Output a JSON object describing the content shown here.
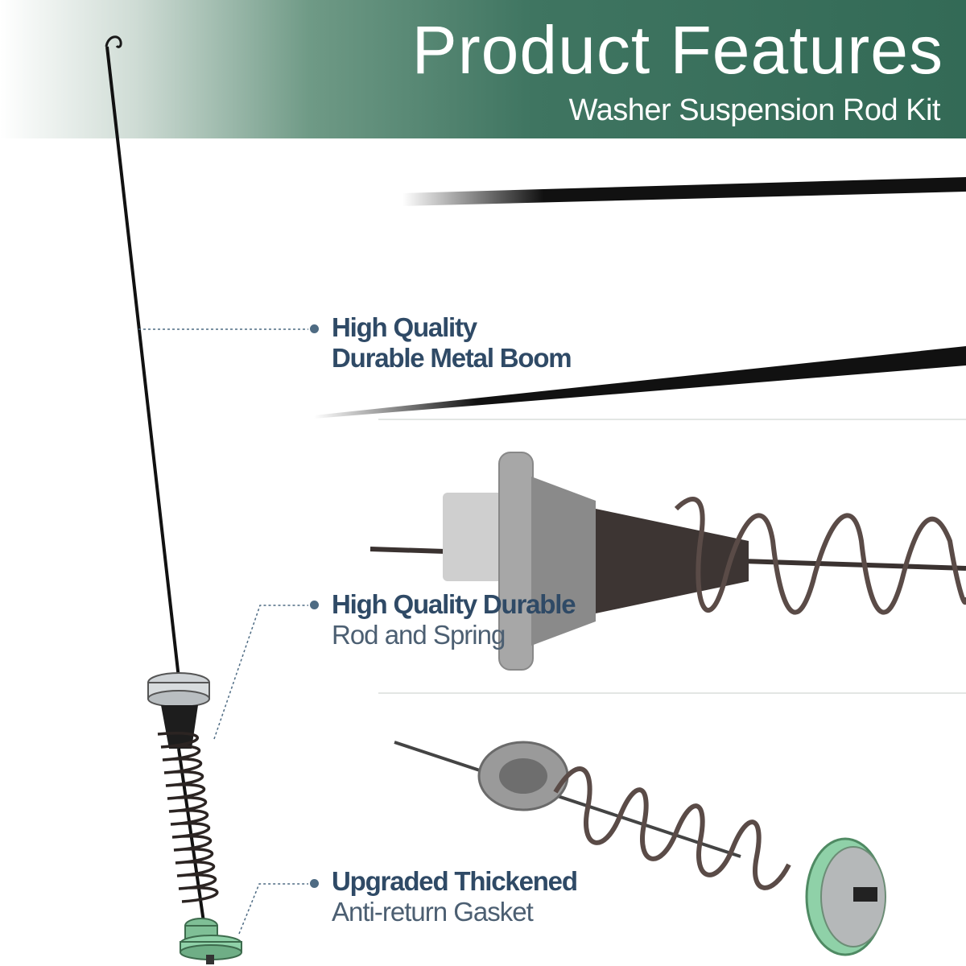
{
  "banner": {
    "title": "Product Features",
    "subtitle": "Washer Suspension Rod Kit",
    "gradient_color": "#3f7561"
  },
  "features": [
    {
      "bold": "High Quality",
      "light": "Durable Metal Boom"
    },
    {
      "bold": "High Quality Durable",
      "light": "Rod and Spring"
    },
    {
      "bold": "Upgraded Thickened",
      "light": "Anti-return Gasket"
    }
  ],
  "colors": {
    "heading_text": "#2f4a66",
    "leader_line": "#4e6b83",
    "spring": "#5a4b47",
    "gasket_green": "#8fd1a8"
  }
}
